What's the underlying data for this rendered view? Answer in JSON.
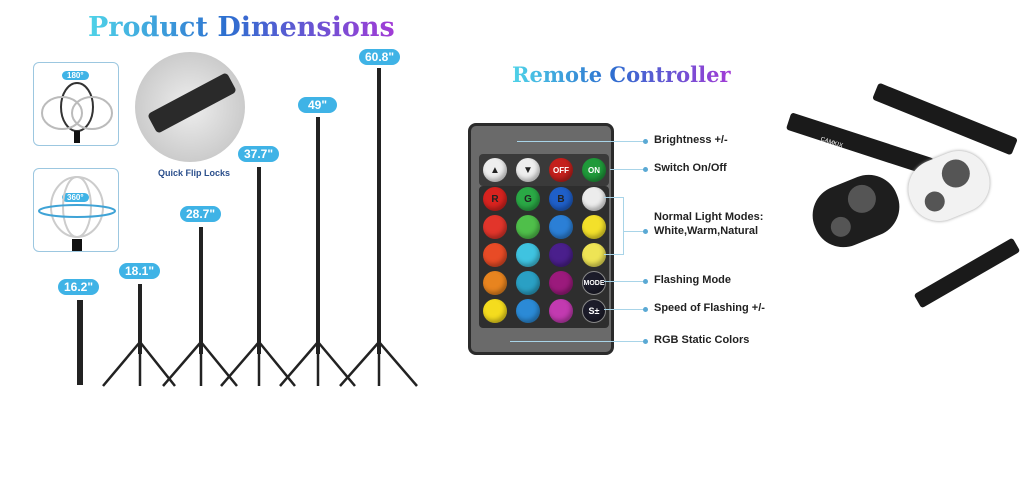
{
  "dimensions": {
    "title": "Product Dimensions",
    "rotation_180": "180°",
    "rotation_360": "360°",
    "locks_caption": "Quick Flip Locks",
    "heights": [
      "16.2\"",
      "18.1\"",
      "28.7\"",
      "37.7\"",
      "49\"",
      "60.8\""
    ]
  },
  "remote": {
    "title": "Remote Controller",
    "top_buttons": [
      "brightness-up",
      "brightness-down",
      "OFF",
      "ON"
    ],
    "color_letters": [
      "R",
      "G",
      "B"
    ],
    "mode_button": "MODE",
    "speed_button": "S±",
    "labels": [
      "Brightness +/-",
      "Switch On/Off",
      "Normal Light Modes:",
      "White,Warm,Natural",
      "Flashing Mode",
      "Speed of Flashing +/-",
      "RGB Static Colors"
    ],
    "colors": [
      "#d8231f",
      "#2aa845",
      "#1f5fc8",
      "#ececec",
      "#e2352b",
      "#4fbf4a",
      "#2b7fd6",
      "#f3e02a",
      "#e84b26",
      "#3fc3e0",
      "#4a1f8c",
      "#eee455",
      "#e8841f",
      "#2aa0c4",
      "#9b1a7c",
      "#f4dc1e",
      "#2b8ad6",
      "#c23ab0"
    ]
  },
  "shutter": {
    "brand": "CAMKIX"
  }
}
